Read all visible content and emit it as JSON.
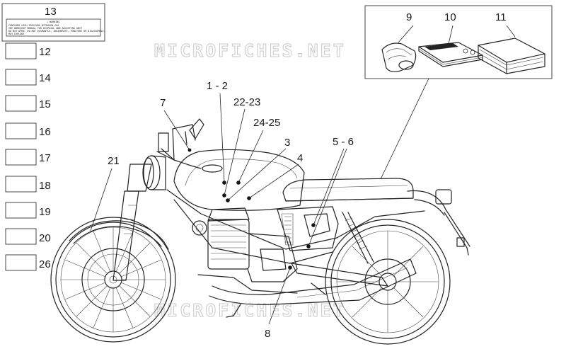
{
  "watermark": "MICROFICHES.NET",
  "warning_label": {
    "number": "13",
    "header": "⚠ WARNING",
    "lines": [
      "CONTAINS HIGH PRESSURE NITROGEN GAS",
      "SEE WORKSHOP MANUAL FOR DISPOSAL AND ADJUSTING UNIT",
      "DO NOT OPEN. DO NOT DISMANTLE, INCINERATE, PUNCTURE OR DISASSEMBLE",
      "MAY EXPLODE"
    ]
  },
  "decal_boxes": [
    "12",
    "14",
    "15",
    "16",
    "17",
    "18",
    "19",
    "20",
    "26"
  ],
  "kit_items": [
    "9",
    "10",
    "11"
  ],
  "callouts": {
    "c1_2": "1 - 2",
    "c22_23": "22-23",
    "c24_25": "24-25",
    "c3": "3",
    "c4": "4",
    "c5_6": "5 - 6",
    "c7": "7",
    "c8": "8",
    "c21": "21"
  }
}
